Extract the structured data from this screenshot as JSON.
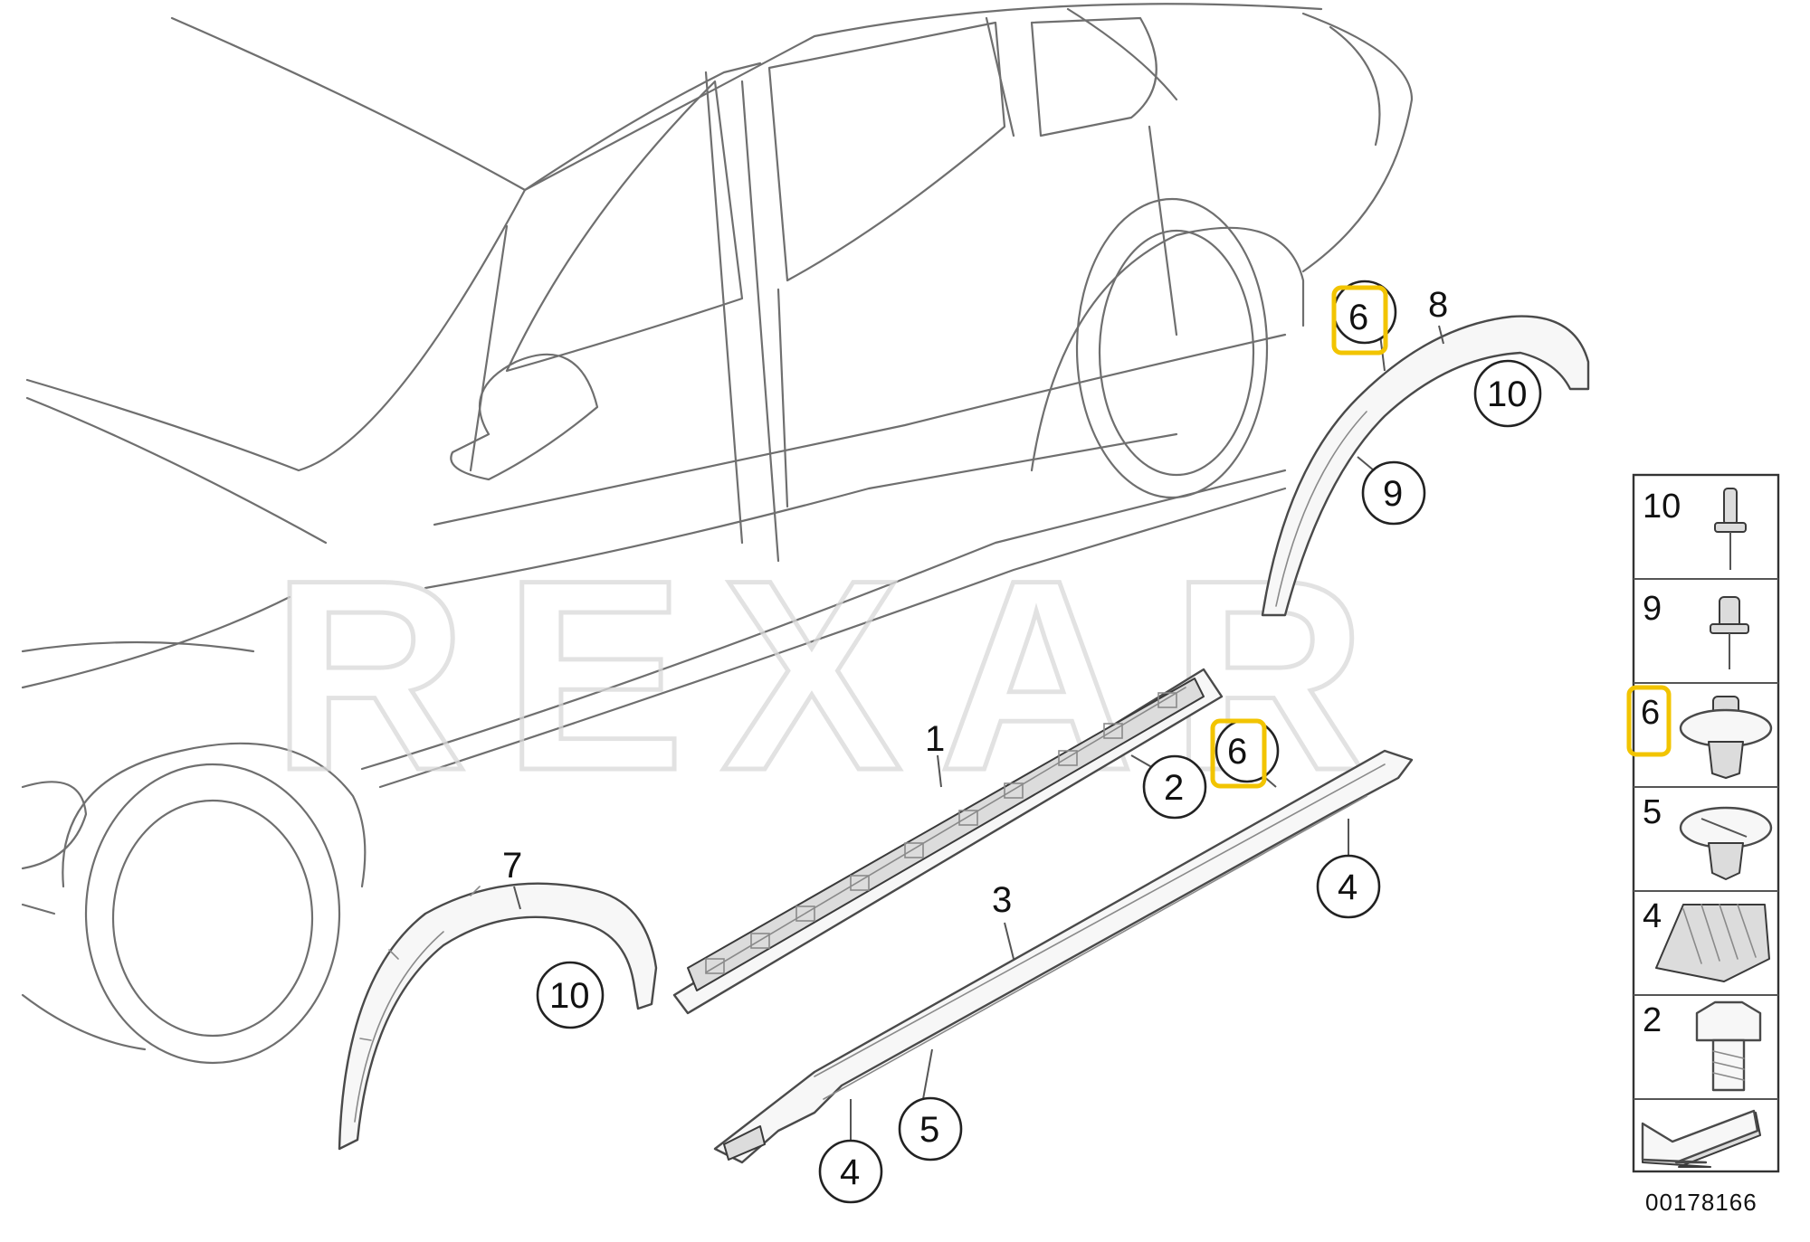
{
  "watermark": "REXAR",
  "callouts": {
    "c1": "1",
    "c2": "2",
    "c3": "3",
    "c4a": "4",
    "c4b": "4",
    "c5": "5",
    "c6a": "6",
    "c6b": "6",
    "c7": "7",
    "c8": "8",
    "c9": "9",
    "c10a": "10",
    "c10b": "10"
  },
  "legend": {
    "rows": [
      "10",
      "9",
      "6",
      "5",
      "4",
      "2"
    ],
    "highlighted_row": "6"
  },
  "diagram_code": "00178166",
  "colors": {
    "highlight": "#f2c400",
    "outline": "#4a4a4a",
    "watermark": "#d9d9d9"
  }
}
